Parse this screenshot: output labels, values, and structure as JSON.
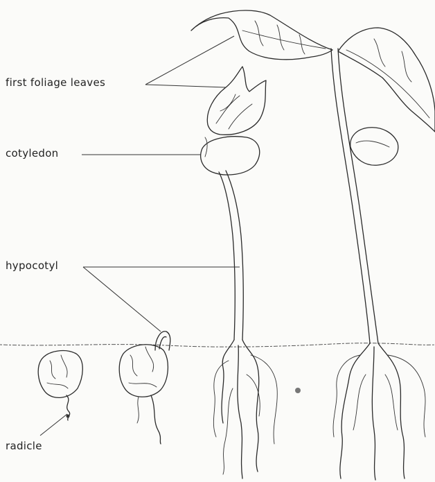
{
  "labels": {
    "first_foliage_leaves": "first foliage leaves",
    "cotyledon": "cotyledon",
    "hypocotyl": "hypocotyl",
    "radicle": "radicle"
  }
}
